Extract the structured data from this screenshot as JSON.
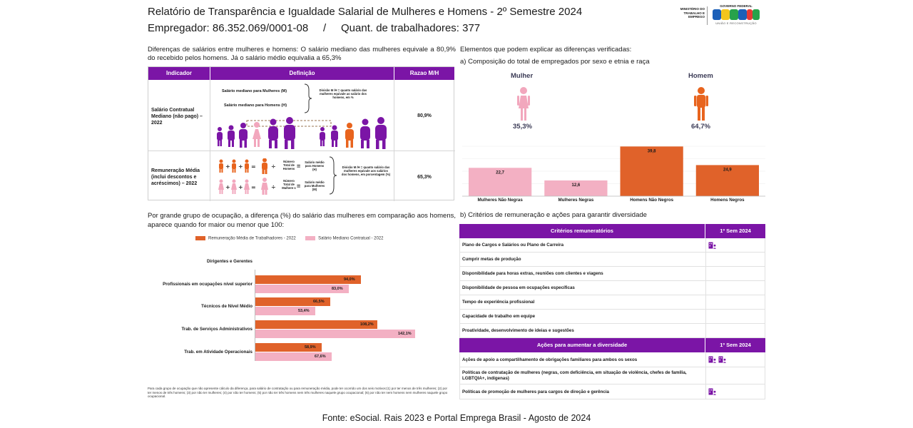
{
  "header": {
    "title": "Relatório de Transparência e Igualdade Salarial de Mulheres e Homens - 2º Semestre 2024",
    "subtitle": "Empregador: 86.352.069/0001-08     /     Quant. de trabalhadores: 377"
  },
  "logo": {
    "ministry": "MINISTÉRIO DO TRABALHO E EMPREGO",
    "gov": "GOVERNO FEDERAL",
    "brasil": "BRASIL",
    "tagline": "UNIÃO E RECONSTRUÇÃO"
  },
  "intro": "Diferenças de salários entre mulheres e homens: O salário mediano das mulheres equivale a 80,9% do recebido pelos homens. Já o salário médio equivalia a 65,3%",
  "indicator_table": {
    "headers": [
      "Indicador",
      "Definição",
      "Razao M/H"
    ],
    "rows": [
      {
        "indicator": "Salário Contratual Mediano (não pago) – 2022",
        "def_line1": "Salário mediano para Mulheres (M)",
        "def_line2": "Salário mediano para Homens (H)",
        "def_note": "Divisão M /H = quanto salário das mulheres equivale ao salário dos homens, em %",
        "ratio": "80,9%"
      },
      {
        "indicator": "Remuneração Média (inclui descontos e acréscimos) – 2022",
        "label_men": "Número Total de Homens",
        "label_women": "Número Total de Mulhere s",
        "label_sal_men": "Salário médio para Homens (H)",
        "label_sal_women": "Salário médio para Mulheres (M)",
        "def_note": "Divisão M /H = quanto salário das mulheres equivale aos salários dos homens, em porcentagem (%)",
        "ratio": "65,3%"
      }
    ]
  },
  "composition": {
    "heading": "Elementos que podem explicar as diferenças verificadas:",
    "subheading": "a) Composição do total de empregados por sexo e etnia e raça",
    "women_label": "Mulher",
    "women_pct": "35,3%",
    "men_label": "Homem",
    "men_pct": "64,7%",
    "colors": {
      "women": "#f2a7bd",
      "men": "#e8641e"
    }
  },
  "chart_data": [
    {
      "type": "bar",
      "categories": [
        "Mulheres Não Negras",
        "Mulheres Negras",
        "Homens Não Negros",
        "Homens Negros"
      ],
      "values": [
        22.7,
        12.6,
        39.8,
        24.9
      ],
      "value_labels": [
        "22,7",
        "12,6",
        "39,8",
        "24,9"
      ],
      "colors": [
        "#f3b0c3",
        "#f3b0c3",
        "#e0622a",
        "#e0622a"
      ],
      "ylim": [
        0,
        40
      ],
      "grid": true
    },
    {
      "type": "bar",
      "orientation": "horizontal",
      "categories": [
        "Dirigentes e Gerentes",
        "Profissionais em ocupações nível superior",
        "Técnicos de Nível Médio",
        "Trab. de Serviços Administrativos",
        "Trab. em Atividade Operacionais"
      ],
      "series": [
        {
          "name": "Remuneração Média de Trabalhadores - 2022",
          "color": "#e0622a",
          "values": [
            null,
            94.0,
            66.5,
            108.2,
            58.9
          ],
          "labels": [
            "",
            "94,0%",
            "66,5%",
            "108,2%",
            "58,9%"
          ]
        },
        {
          "name": "Salário Mediano Contratual - 2022",
          "color": "#f3b0c3",
          "values": [
            null,
            83.0,
            53.4,
            142.1,
            67.6
          ],
          "labels": [
            "",
            "83,0%",
            "53,4%",
            "142,1%",
            "67,6%"
          ]
        }
      ],
      "xlim": [
        0,
        150
      ]
    }
  ],
  "section2": {
    "text": "Por grande grupo de ocupação, a diferença (%) do salário das mulheres em comparação aos homens, aparece quando for maior ou menor que 100:",
    "footnote": "Para cada grupo de ocupação que não apresente cálculo da diferença, para salário de contratação ou para remuneração média, pode ter ocorrido um dos seis motivos:(1) por ter menos de três mulheres; (2) por ter menos de três homens; (3) por não ter mulheres; (4) por não ter homens; (5) por não ter três homens nem três mulheres naquele grupo ocupacional; (6) por não ter nem homens nem mulheres naquele grupo ocupacional."
  },
  "criteria": {
    "heading": "b) Critérios de remuneração e ações para garantir diversidade",
    "header1": "Critérios remuneratórios",
    "header2": "1º Sem 2024",
    "rows": [
      {
        "label": "Plano de Cargos e Salários ou Plano de Carreira",
        "marks": 1
      },
      {
        "label": "Cumprir metas de produção",
        "marks": 0
      },
      {
        "label": "Disponibilidade para horas extras, reuniões com clientes e viagens",
        "marks": 0
      },
      {
        "label": "Disponibilidade de pessoa em ocupações específicas",
        "marks": 0
      },
      {
        "label": "Tempo de experiência profissional",
        "marks": 0
      },
      {
        "label": "Capacidade de trabalho em equipe",
        "marks": 0
      },
      {
        "label": "Proatividade, desenvolvimento de ideias e sugestões",
        "marks": 0
      }
    ],
    "actions_header1": "Ações para aumentar a diversidade",
    "actions_header2": "1º Sem 2024",
    "actions": [
      {
        "label": "Ações de apoio a compartilhamento de obrigações familiares para ambos os sexos",
        "marks": 2
      },
      {
        "label": "Políticas de contratação de mulheres (negras, com deficiência, em situação de violência, chefes de família, LGBTQIA+, indígenas)",
        "marks": 0
      },
      {
        "label": "Políticas de promoção de mulheres para cargos de direção e gerência",
        "marks": 1
      }
    ],
    "mark_icon": "building-person-icon",
    "mark_color": "#7b15a6"
  },
  "source": "Fonte: eSocial. Rais 2023 e Portal Emprega Brasil - Agosto de 2024"
}
